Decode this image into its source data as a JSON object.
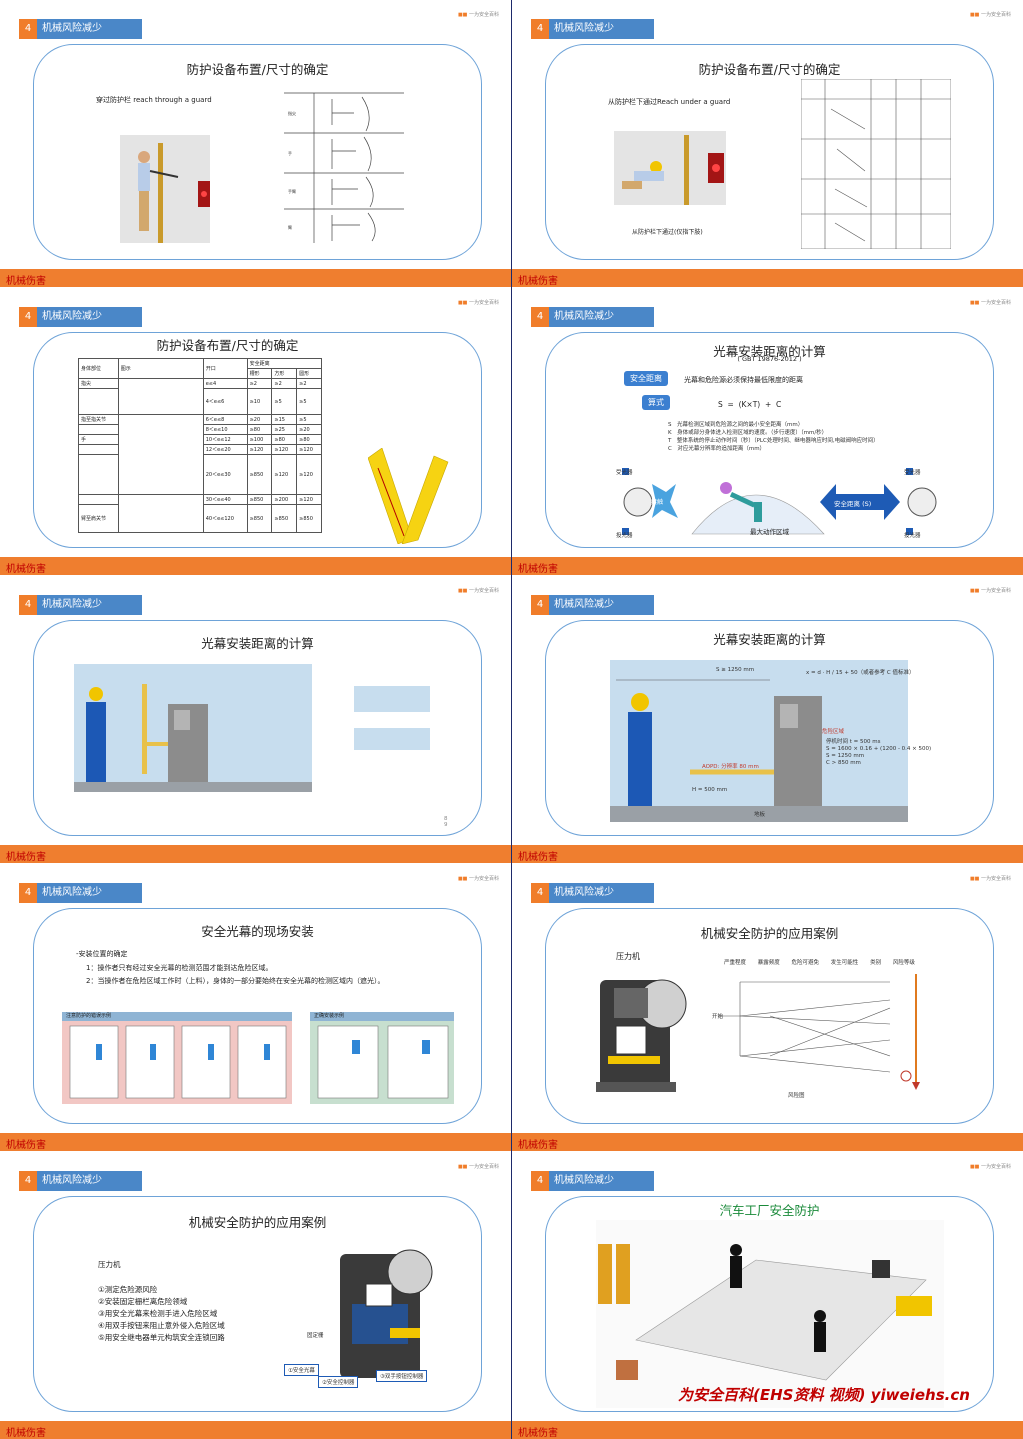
{
  "common": {
    "section_num": "4",
    "section_label": "机械风险减少",
    "footer_label": "机械伤害",
    "logo_text": "一为安全百科"
  },
  "slides": {
    "s1": {
      "title": "防护设备布置/尺寸的确定",
      "caption": "穿过防护栏 reach through a guard"
    },
    "s2": {
      "title": "防护设备布置/尺寸的确定",
      "caption": "从防护栏下通过Reach under a guard",
      "caption2": "从防护栏下通过(仅指下肢)"
    },
    "s3": {
      "title": "防护设备布置/尺寸的确定",
      "table": {
        "h1": "身体部位",
        "h2": "图示",
        "h3": "开口",
        "h4": "安全距离",
        "sub": [
          "槽形",
          "方形",
          "圆形"
        ],
        "rows": [
          [
            "指尖",
            "e≤4",
            "≥2",
            "≥2",
            "≥2"
          ],
          [
            "",
            "4＜e≤6",
            "≥10",
            "≥5",
            "≥5"
          ],
          [
            "指至指关节",
            "6＜e≤8",
            "≥20",
            "≥15",
            "≥5"
          ],
          [
            "",
            "8＜e≤10",
            "≥80",
            "≥25",
            "≥20"
          ],
          [
            "手",
            "10＜e≤12",
            "≥100",
            "≥80",
            "≥80"
          ],
          [
            "",
            "12＜e≤20",
            "≥120",
            "≥120",
            "≥120"
          ],
          [
            "",
            "20＜e≤30",
            "≥850",
            "≥120",
            "≥120"
          ],
          [
            "",
            "30＜e≤40",
            "≥850",
            "≥200",
            "≥120"
          ],
          [
            "臂至肩关节",
            "40＜e≤120",
            "≥850",
            "≥850",
            "≥850"
          ]
        ]
      }
    },
    "s4": {
      "title": "光幕安装距离的计算",
      "subtitle": "( GBT 19876-2012 )",
      "pill1": "安全距离",
      "def1": "光幕和危险源必须保持最低限度的距离",
      "pill2": "算式",
      "formula": "S  =  (K×T)  +  C",
      "legend": [
        "S　光幕检测区域到危险源之间的最小安全距离（mm）",
        "K　身体或部分身体进入检测区域的速度。（步行速度）（mm/秒）",
        "T　整体系统的停止动作时间（秒）（PLC处理时间、继电器响应时间,电磁阀响应时间）",
        "C　对应光幕分辨率的追加距离（mm）"
      ],
      "receiver": "受光器",
      "emitter": "投光器",
      "contact": "接触",
      "zone": "最大动作区域",
      "dist": "安全距离 (S)"
    },
    "s5": {
      "title": "光幕安装距离的计算",
      "page": "8\n9"
    },
    "s6": {
      "title": "光幕安装距离的计算",
      "s_label": "S ≥ 1250 mm",
      "formula": "x = d ·  H / 15  + 50（或者参考 C 值标准）",
      "aopd": "AOPD: 分辨率 80 mm",
      "h_label": "H = 500 mm",
      "calc": [
        "停机时间 t = 500 ms",
        "S = 1600 × 0.16 + (1200 - 0.4 × 500)",
        "S = 1250 mm",
        "C > 850 mm"
      ],
      "danger": "危险区域",
      "floor": "地板"
    },
    "s7": {
      "title": "安全光幕的现场安装",
      "head": "-安装位置的确定",
      "items": [
        "1：操作者只有经过安全光幕的检测范围才能到达危险区域。",
        "2：当操作者在危险区域工作时（上料），身体的一部分要始终在安全光幕的检测区域内（遮光）。"
      ],
      "bad": "注意防护的错误示例",
      "good": "正确安装示例"
    },
    "s8": {
      "title": "机械安全防护的应用案例",
      "machine": "压力机",
      "legend_top": [
        "严重程度",
        "暴露频度",
        "危险可避免",
        "发生可能性",
        "类别",
        "风险等级"
      ],
      "start": "开始",
      "caption": "风险图"
    },
    "s9": {
      "title": "机械安全防护的应用案例",
      "machine": "压力机",
      "steps": [
        "①测定危险源风险",
        "②安装固定栅栏离危险领域",
        "③用安全光幕来检测手进入危险区域",
        "④用双手按钮来阻止意外侵入危险区域",
        "⑤用安全继电器单元构筑安全连锁回路"
      ],
      "fence": "固定栅",
      "c1": "①安全光幕",
      "c2": "②安全控制器",
      "c3": "③双手按钮控制器"
    },
    "s10": {
      "title": "汽车工厂安全防护",
      "watermark": "为安全百科(EHS资料 视频) yiweiehs.cn"
    }
  }
}
